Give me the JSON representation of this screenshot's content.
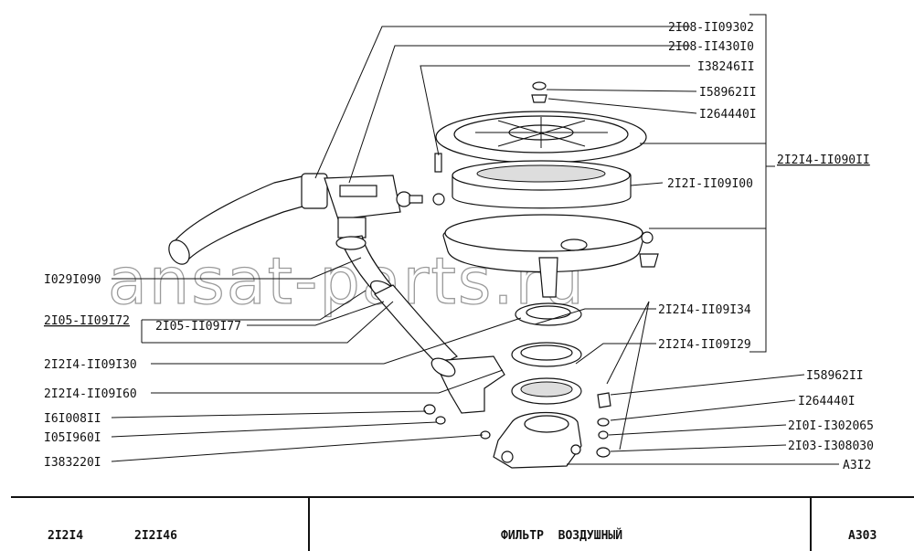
{
  "watermark": "ansat-parts.ru",
  "labels_right": [
    "2I08-II09302",
    "2I08-II430I0",
    "I38246II",
    "I58962II",
    "I264440I",
    "2I2I-II09I00",
    "2I2I4-II09I34",
    "2I2I4-II09I29",
    "I58962II",
    "I264440I",
    "2I0I-I302065",
    "2I03-I308030",
    "A3I2"
  ],
  "label_group": "2I2I4-II090II",
  "labels_left": [
    "I029I090",
    "2I05-II09I72",
    "2I05-II09I77",
    "2I2I4-II09I30",
    "2I2I4-II09I60",
    "I6I008II",
    "I05I960I",
    "I383220I"
  ],
  "footer": {
    "model_1": "2I2I4",
    "model_2": "2I2I46",
    "title": "ФИЛЬТР  ВОЗДУШНЫЙ",
    "code": "A303"
  }
}
